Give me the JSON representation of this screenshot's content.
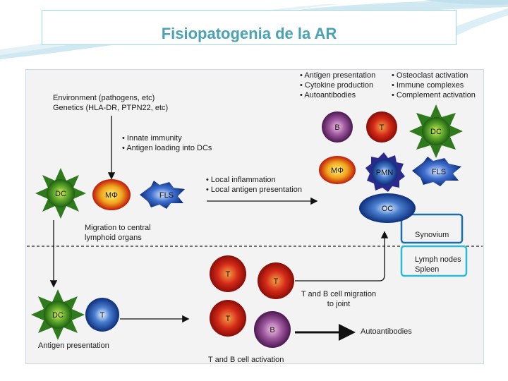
{
  "slide": {
    "title": "Fisiopatogenia de la AR"
  },
  "diagram": {
    "top_bullets_left": [
      "Antigen presentation",
      "Cytokine production",
      "Autoantibodies"
    ],
    "top_bullets_right": [
      "Osteoclast activation",
      "Immune complexes",
      "Complement activation"
    ],
    "environment_line1": "Environment (pathogens, etc)",
    "environment_line2": "Genetics (HLA-DR, PTPN22, etc)",
    "innate_bullets": [
      "Innate immunity",
      "Antigen loading into DCs"
    ],
    "local_bullets": [
      "Local inflammation",
      "Local antigen presentation"
    ],
    "migration_line1": "Migration to central",
    "migration_line2": "lymphoid organs",
    "synovium": "Synovium",
    "lymph_line1": "Lymph nodes",
    "lymph_line2": "Spleen",
    "tb_migration_line1": "T and B cell migration",
    "tb_migration_line2": "to joint",
    "antigen_presentation": "Antigen presentation",
    "tb_activation": "T and B cell activation",
    "autoantibodies": "Autoantibodies",
    "cells": {
      "dc": "DC",
      "macrophage": "MΦ",
      "fls": "FLS",
      "b": "B",
      "t": "T",
      "pmn": "PMN",
      "oc": "OC"
    }
  }
}
